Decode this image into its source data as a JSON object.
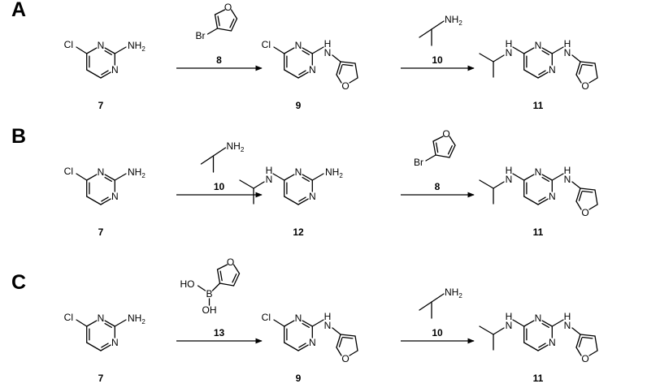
{
  "colors": {
    "ink": "#000000",
    "background": "#ffffff"
  },
  "panels": [
    {
      "label": "A",
      "start": {
        "id": "7"
      },
      "steps": [
        {
          "reagent_type": "bromofuran",
          "reagent_id": "8",
          "product_type": "chloro_furylamine",
          "product_id": "9"
        },
        {
          "reagent_type": "isopropylamine",
          "reagent_id": "10",
          "product_type": "final",
          "product_id": "11"
        }
      ]
    },
    {
      "label": "B",
      "start": {
        "id": "7"
      },
      "steps": [
        {
          "reagent_type": "isopropylamine",
          "reagent_id": "10",
          "product_type": "isopropyl_amine",
          "product_id": "12"
        },
        {
          "reagent_type": "bromofuran",
          "reagent_id": "8",
          "product_type": "final",
          "product_id": "11"
        }
      ]
    },
    {
      "label": "C",
      "start": {
        "id": "7"
      },
      "steps": [
        {
          "reagent_type": "boronic_acid",
          "reagent_id": "13",
          "product_type": "chloro_furylamine",
          "product_id": "9"
        },
        {
          "reagent_type": "isopropylamine",
          "reagent_id": "10",
          "product_type": "final",
          "product_id": "11"
        }
      ]
    }
  ]
}
